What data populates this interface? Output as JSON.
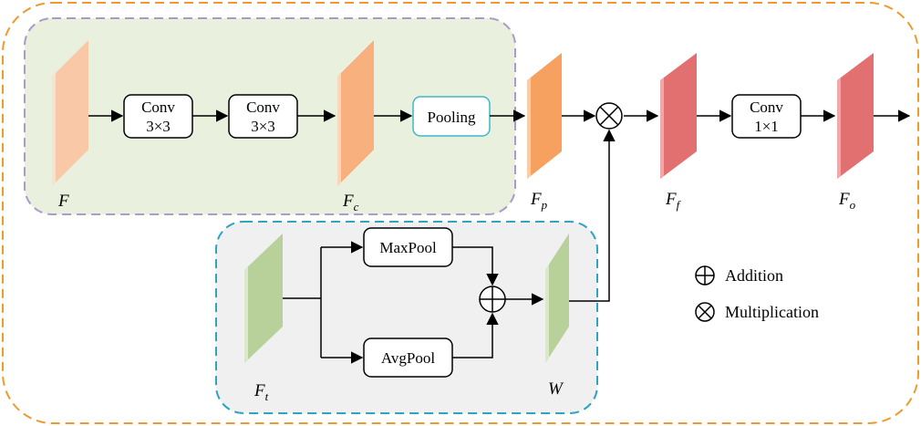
{
  "nodes": {
    "conv1": {
      "line1": "Conv",
      "line2": "3×3"
    },
    "conv2": {
      "line1": "Conv",
      "line2": "3×3"
    },
    "pooling": "Pooling",
    "conv3": {
      "line1": "Conv",
      "line2": "1×1"
    },
    "maxpool": "MaxPool",
    "avgpool": "AvgPool"
  },
  "features": {
    "F": "F",
    "Fc": {
      "base": "F",
      "sub": "c"
    },
    "Fp": {
      "base": "F",
      "sub": "p"
    },
    "Ff": {
      "base": "F",
      "sub": "f"
    },
    "Fo": {
      "base": "F",
      "sub": "o"
    },
    "Ft": {
      "base": "F",
      "sub": "t"
    },
    "W": "W"
  },
  "legend": {
    "addition": "Addition",
    "multiplication": "Multiplication"
  },
  "colors": {
    "outer_border": "#ef9a2e",
    "top_region_fill": "#e9f0dd",
    "top_region_border": "#a99cc8",
    "bottom_region_fill": "#f0f0f0",
    "bottom_region_border": "#2ea3c2",
    "feature_F": "#f9c8a6",
    "feature_Fc": "#f8b07e",
    "feature_Fp": "#f6a160",
    "feature_Ff": "#e37070",
    "feature_green": "#b8d19a",
    "pooling_border": "#3cb7c9"
  }
}
